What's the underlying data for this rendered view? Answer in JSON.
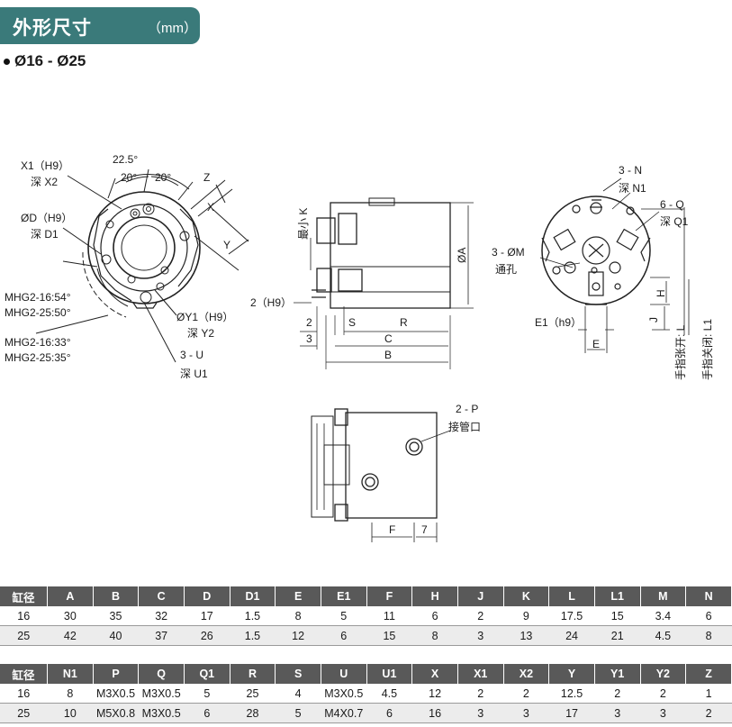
{
  "header": {
    "title": "外形尺寸",
    "unit": "（mm）"
  },
  "series_label": "Ø16 - Ø25",
  "drawing": {
    "front": {
      "x1": "X1（H9）",
      "x1_depth": "深 X2",
      "d": "ØD（H9）",
      "d_depth": "深 D1",
      "a225": "22.5°",
      "a20a": "20°",
      "a20b": "20°",
      "z": "Z",
      "x": "X",
      "y": "Y",
      "mhg_a1": "MHG2-16:54°",
      "mhg_a2": "MHG2-25:50°",
      "mhg_b1": "MHG2-16:33°",
      "mhg_b2": "MHG2-25:35°",
      "y1": "ØY1（H9）",
      "y1_depth": "深 Y2",
      "u": "3 - U",
      "u_depth": "深 U1"
    },
    "side": {
      "k": "最小 K",
      "a": "ØA",
      "h9": "2（H9）",
      "d2": "2",
      "s": "S",
      "r": "R",
      "d3": "3",
      "c": "C",
      "b": "B"
    },
    "rear": {
      "n": "3 - N",
      "n_depth": "深 N1",
      "q": "6 - Q",
      "q_depth": "深 Q1",
      "m": "3 - ØM",
      "m_thru": "通孔",
      "e1": "E1（h9）",
      "e": "E",
      "h": "H",
      "j": "J",
      "l_open": "手指张开: L",
      "l_close": "手指关闭: L1"
    },
    "bottom": {
      "p": "2 - P",
      "p_port": "接管口",
      "f": "F",
      "d7": "7"
    }
  },
  "table1": {
    "headers": [
      "缸径",
      "A",
      "B",
      "C",
      "D",
      "D1",
      "E",
      "E1",
      "F",
      "H",
      "J",
      "K",
      "L",
      "L1",
      "M",
      "N"
    ],
    "rows": [
      [
        "16",
        "30",
        "35",
        "32",
        "17",
        "1.5",
        "8",
        "5",
        "11",
        "6",
        "2",
        "9",
        "17.5",
        "15",
        "3.4",
        "6"
      ],
      [
        "25",
        "42",
        "40",
        "37",
        "26",
        "1.5",
        "12",
        "6",
        "15",
        "8",
        "3",
        "13",
        "24",
        "21",
        "4.5",
        "8"
      ]
    ]
  },
  "table2": {
    "headers": [
      "缸径",
      "N1",
      "P",
      "Q",
      "Q1",
      "R",
      "S",
      "U",
      "U1",
      "X",
      "X1",
      "X2",
      "Y",
      "Y1",
      "Y2",
      "Z"
    ],
    "rows": [
      [
        "16",
        "8",
        "M3X0.5",
        "M3X0.5",
        "5",
        "25",
        "4",
        "M3X0.5",
        "4.5",
        "12",
        "2",
        "2",
        "12.5",
        "2",
        "2",
        "1"
      ],
      [
        "25",
        "10",
        "M5X0.8",
        "M3X0.5",
        "6",
        "28",
        "5",
        "M4X0.7",
        "6",
        "16",
        "3",
        "3",
        "17",
        "3",
        "3",
        "2"
      ]
    ]
  }
}
